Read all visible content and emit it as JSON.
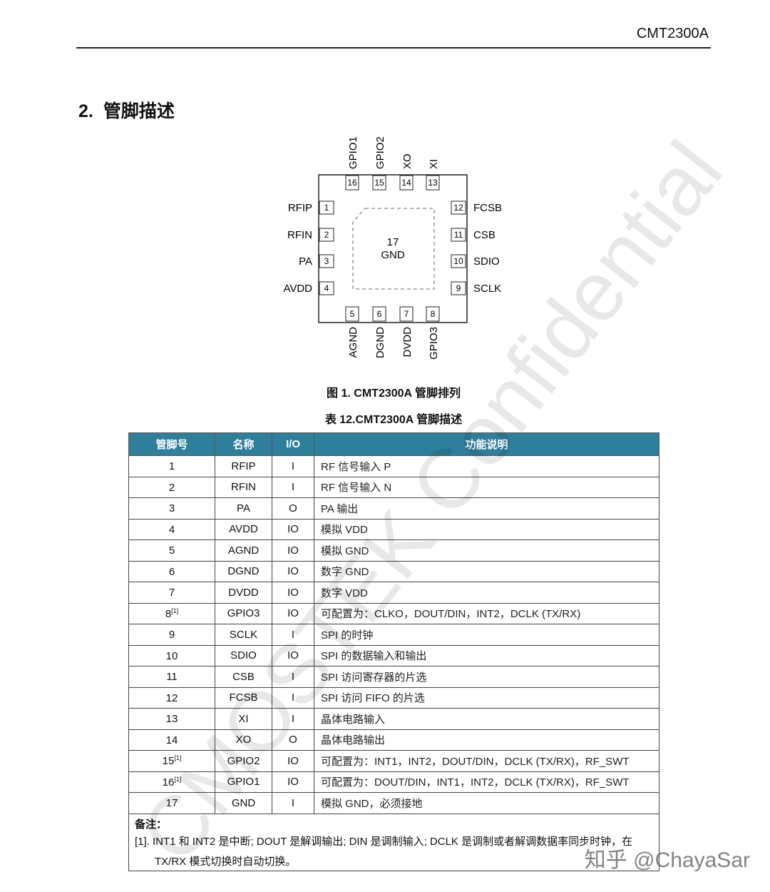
{
  "header": {
    "doc_id": "CMT2300A"
  },
  "section": {
    "number": "2.",
    "title": "管脚描述"
  },
  "diagram": {
    "center_num": "17",
    "center_label": "GND"
  },
  "pins": [
    {
      "num": "1",
      "name": "RFIP"
    },
    {
      "num": "2",
      "name": "RFIN"
    },
    {
      "num": "3",
      "name": "PA"
    },
    {
      "num": "4",
      "name": "AVDD"
    },
    {
      "num": "5",
      "name": "AGND"
    },
    {
      "num": "6",
      "name": "DGND"
    },
    {
      "num": "7",
      "name": "DVDD"
    },
    {
      "num": "8",
      "name": "GPIO3"
    },
    {
      "num": "9",
      "name": "SCLK"
    },
    {
      "num": "10",
      "name": "SDIO"
    },
    {
      "num": "11",
      "name": "CSB"
    },
    {
      "num": "12",
      "name": "FCSB"
    },
    {
      "num": "13",
      "name": "XI"
    },
    {
      "num": "14",
      "name": "XO"
    },
    {
      "num": "15",
      "name": "GPIO2"
    },
    {
      "num": "16",
      "name": "GPIO1"
    }
  ],
  "figure_caption": "图 1. CMT2300A 管脚排列",
  "table_caption": "表 12.CMT2300A 管脚描述",
  "table": {
    "headers": [
      "管脚号",
      "名称",
      "I/O",
      "功能说明"
    ],
    "rows": [
      {
        "pin": "1",
        "sup": "",
        "name": "RFIP",
        "io": "I",
        "desc": "RF 信号输入 P"
      },
      {
        "pin": "2",
        "sup": "",
        "name": "RFIN",
        "io": "I",
        "desc": "RF 信号输入 N"
      },
      {
        "pin": "3",
        "sup": "",
        "name": "PA",
        "io": "O",
        "desc": "PA 输出"
      },
      {
        "pin": "4",
        "sup": "",
        "name": "AVDD",
        "io": "IO",
        "desc": "模拟 VDD"
      },
      {
        "pin": "5",
        "sup": "",
        "name": "AGND",
        "io": "IO",
        "desc": "模拟 GND"
      },
      {
        "pin": "6",
        "sup": "",
        "name": "DGND",
        "io": "IO",
        "desc": "数字 GND"
      },
      {
        "pin": "7",
        "sup": "",
        "name": "DVDD",
        "io": "IO",
        "desc": "数字 VDD"
      },
      {
        "pin": "8",
        "sup": "[1]",
        "name": "GPIO3",
        "io": "IO",
        "desc": "可配置为：CLKO，DOUT/DIN，INT2，DCLK (TX/RX)"
      },
      {
        "pin": "9",
        "sup": "",
        "name": "SCLK",
        "io": "I",
        "desc": "SPI 的时钟"
      },
      {
        "pin": "10",
        "sup": "",
        "name": "SDIO",
        "io": "IO",
        "desc": "SPI 的数据输入和输出"
      },
      {
        "pin": "11",
        "sup": "",
        "name": "CSB",
        "io": "I",
        "desc": "SPI 访问寄存器的片选"
      },
      {
        "pin": "12",
        "sup": "",
        "name": "FCSB",
        "io": "I",
        "desc": "SPI 访问 FIFO 的片选"
      },
      {
        "pin": "13",
        "sup": "",
        "name": "XI",
        "io": "I",
        "desc": "晶体电路输入"
      },
      {
        "pin": "14",
        "sup": "",
        "name": "XO",
        "io": "O",
        "desc": "晶体电路输出"
      },
      {
        "pin": "15",
        "sup": "[1]",
        "name": "GPIO2",
        "io": "IO",
        "desc": "可配置为：INT1，INT2，DOUT/DIN，DCLK (TX/RX)，RF_SWT"
      },
      {
        "pin": "16",
        "sup": "[1]",
        "name": "GPIO1",
        "io": "IO",
        "desc": "可配置为：DOUT/DIN，INT1，INT2，DCLK (TX/RX)，RF_SWT"
      },
      {
        "pin": "17",
        "sup": "",
        "name": "GND",
        "io": "I",
        "desc": "模拟 GND，必须接地"
      }
    ]
  },
  "notes": {
    "title": "备注：",
    "line1": "[1]. INT1 和 INT2 是中断; DOUT 是解调输出; DIN 是调制输入; DCLK 是调制或者解调数据率同步时钟，在",
    "line2": "TX/RX 模式切换时自动切换。"
  },
  "watermark": "CMOSTEK Confidential",
  "source_watermark": "知乎 @ChayaSar",
  "colors": {
    "table_header": "#2e7f9c"
  }
}
